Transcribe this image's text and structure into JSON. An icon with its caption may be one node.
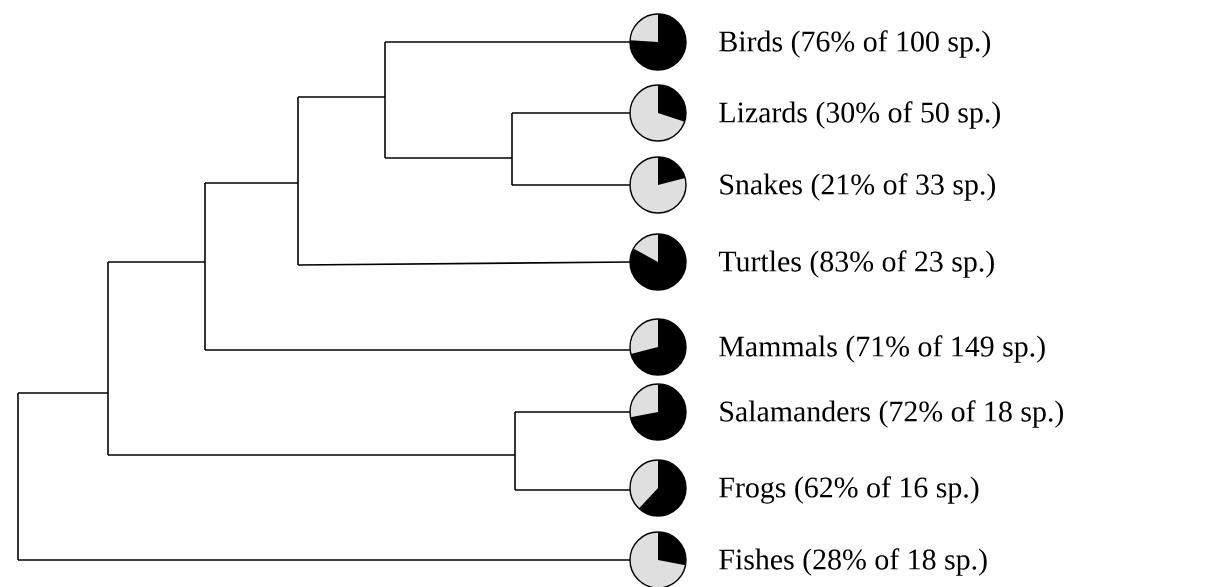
{
  "diagram": {
    "nodes": [
      {
        "text": [],
        "shape": "circle",
        "beside": [
          "Birds (76% of 100 sp.)"
        ]
      },
      {
        "text": [],
        "shape": "circle",
        "beside": [
          "Lizards (30% of 50 sp.)"
        ]
      },
      {
        "text": [],
        "shape": "circle",
        "beside": [
          "Snakes (21% of 33 sp.)"
        ]
      },
      {
        "text": [],
        "shape": "circle",
        "beside": [
          "Turtles (83% of 23 sp.)"
        ]
      },
      {
        "text": [],
        "shape": "circle",
        "beside": [
          "Mammals (71% of 149 sp.)"
        ]
      },
      {
        "text": [],
        "shape": "circle",
        "beside": [
          "Salamanders (72% of 18 sp.)"
        ]
      },
      {
        "text": [],
        "shape": "circle",
        "beside": [
          "Frogs (62% of 16 sp.)"
        ]
      },
      {
        "text": [],
        "shape": "circle",
        "beside": [
          "Fishes (28% of 18 sp.)"
        ]
      }
    ]
  }
}
